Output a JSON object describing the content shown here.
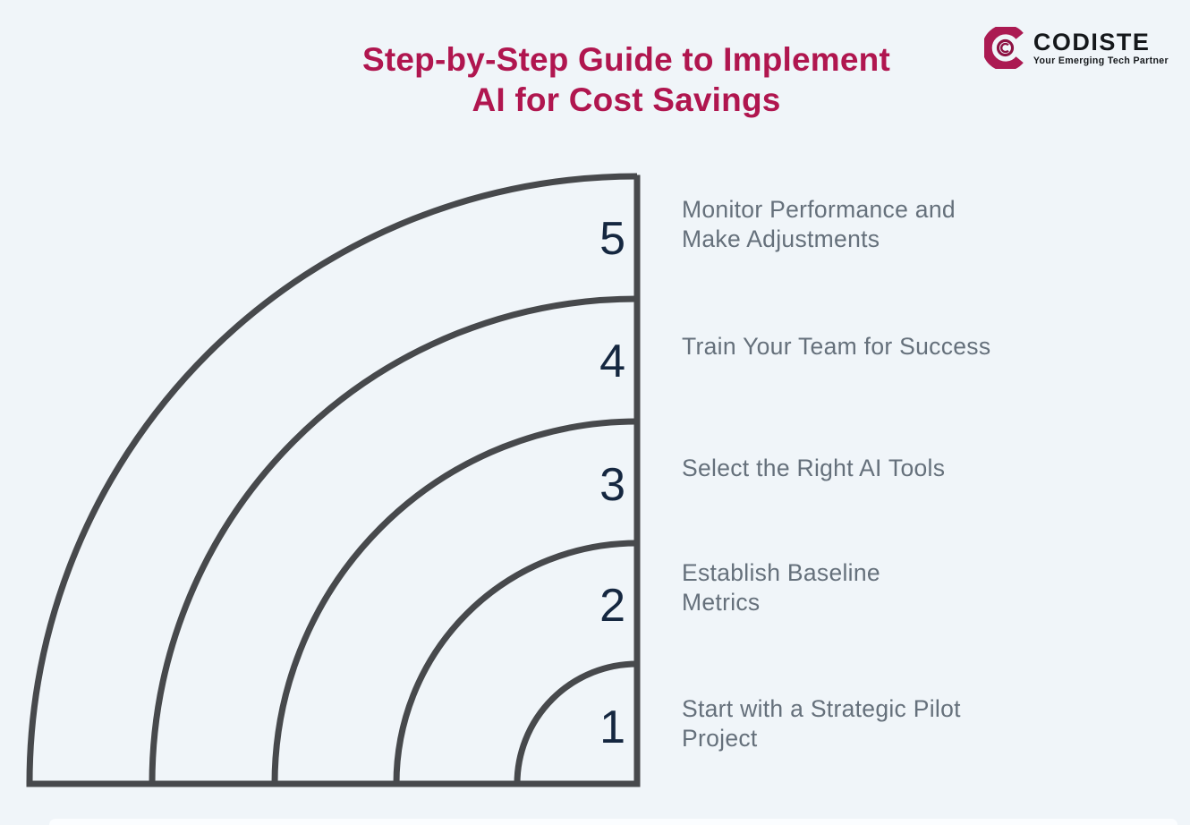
{
  "page": {
    "background_color": "#f0f5f9"
  },
  "header": {
    "title_line1": "Step-by-Step Guide to Implement",
    "title_line2": "AI for Cost Savings",
    "title_color": "#b0164f"
  },
  "logo": {
    "name": "CODISTE",
    "tagline": "Your Emerging Tech Partner",
    "icon": "codiste-c-icon",
    "brand_color": "#ab1a52",
    "text_color": "#15181b"
  },
  "diagram": {
    "type": "quarter-circle-step-infographic",
    "stroke_color": "#47494c",
    "number_color": "#152740",
    "label_color": "#65707b",
    "steps": [
      {
        "number": "1",
        "label": "Start with a Strategic Pilot Project",
        "lines": [
          "Start with a Strategic Pilot",
          "Project"
        ]
      },
      {
        "number": "2",
        "label": "Establish Baseline Metrics",
        "lines": [
          "Establish Baseline",
          "Metrics"
        ]
      },
      {
        "number": "3",
        "label": "Select the Right AI Tools",
        "lines": [
          "Select the Right AI Tools"
        ]
      },
      {
        "number": "4",
        "label": "Train Your Team for Success",
        "lines": [
          "Train Your Team for Success"
        ]
      },
      {
        "number": "5",
        "label": "Monitor Performance and Make Adjustments",
        "lines": [
          "Monitor Performance and",
          "Make Adjustments"
        ]
      }
    ]
  }
}
